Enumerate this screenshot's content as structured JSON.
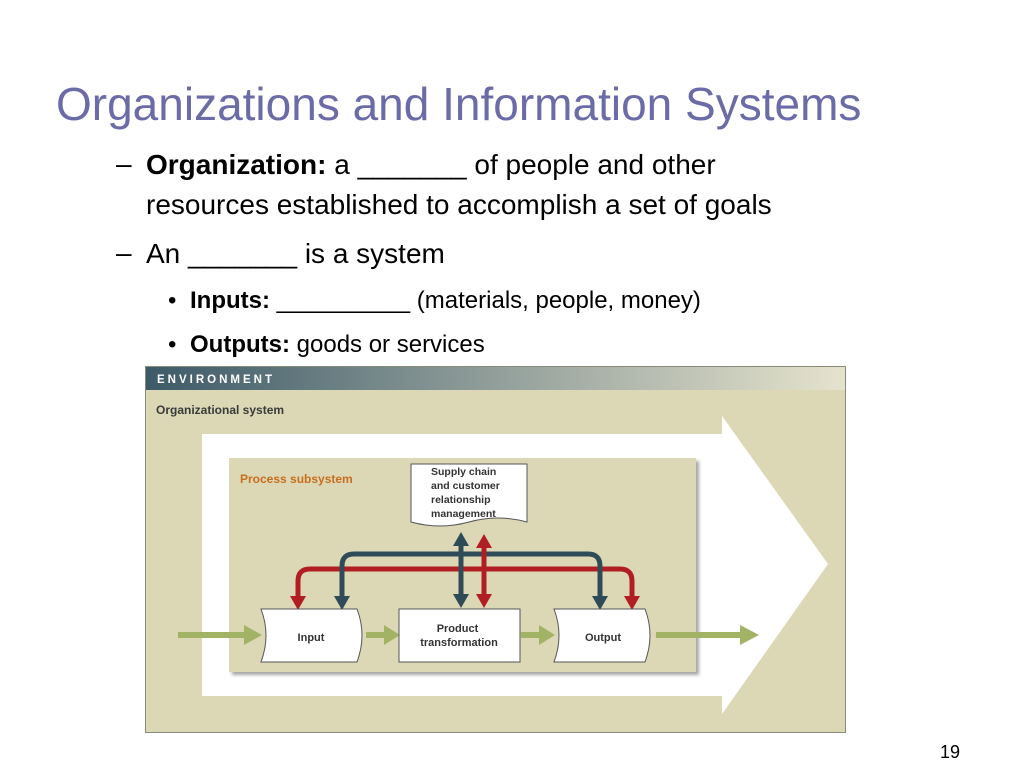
{
  "slide": {
    "title": "Organizations and Information Systems",
    "page_number": "19"
  },
  "bullets": {
    "b1_label": "Organization:",
    "b1_text": " a _______ of people and other",
    "b1_cont": "resources established to accomplish a set of goals",
    "b2_text": "An _______ is a system",
    "sub1_label": "Inputs:",
    "sub1_text": " __________ (materials, people, money)",
    "sub2_label": "Outputs:",
    "sub2_text": " goods or services",
    "dash_glyph": "–",
    "dot_glyph": "•"
  },
  "diagram": {
    "environment_label": "ENVIRONMENT",
    "org_system_label": "Organizational system",
    "process_label": "Process subsystem",
    "scm_lines": [
      "Supply chain",
      "and customer",
      "relationship",
      "management"
    ],
    "input_label": "Input",
    "transform_lines": [
      "Product",
      "transformation"
    ],
    "output_label": "Output",
    "colors": {
      "env_band_start": "#3d5a68",
      "env_band_end": "#e6e3cd",
      "background": "#dcd8b6",
      "process_label": "#c86e1e",
      "red_arrow": "#b01e23",
      "teal_arrow": "#2f4b58",
      "green_arrow": "#a3b366"
    }
  }
}
